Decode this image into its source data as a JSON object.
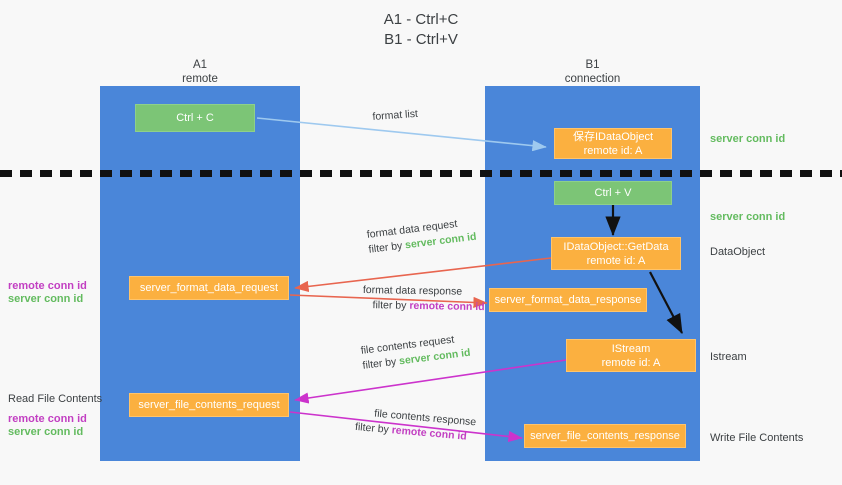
{
  "title": {
    "line1": "A1 - Ctrl+C",
    "line2": "B1 - Ctrl+V"
  },
  "lanes": [
    {
      "name": "A1",
      "sub": "remote"
    },
    {
      "name": "B1",
      "sub": "connection"
    }
  ],
  "boxes": {
    "ctrl_c": {
      "line1": "Ctrl + C"
    },
    "ctrl_v": {
      "line1": "Ctrl + V"
    },
    "idataobject": {
      "line1": "保存IDataObject",
      "line2": "remote id: A"
    },
    "getdata": {
      "line1": "IDataObject::GetData",
      "line2": "remote id: A"
    },
    "istream": {
      "line1": "IStream",
      "line2": "remote id: A"
    },
    "server_format_data_request": {
      "line1": "server_format_data_request"
    },
    "server_format_data_response": {
      "line1": "server_format_data_response"
    },
    "server_file_contents_request": {
      "line1": "server_file_contents_request"
    },
    "server_file_contents_response": {
      "line1": "server_file_contents_response"
    }
  },
  "edge_labels": {
    "format_list": "format list",
    "format_data_request": "format data request",
    "format_data_request_filter_prefix": "filter by ",
    "format_data_request_filter_key": "server conn id",
    "format_data_response": "format data response",
    "format_data_response_filter_prefix": "filter by ",
    "format_data_response_filter_key": "remote conn id",
    "file_contents_request": "file contents request",
    "file_contents_request_filter_prefix": "filter by ",
    "file_contents_request_filter_key": "server conn id",
    "file_contents_response": "file contents response",
    "file_contents_response_filter_prefix": "filter by ",
    "file_contents_response_filter_key": "remote conn id"
  },
  "right_labels": {
    "server_conn_id_1": "server conn id",
    "server_conn_id_2": "server conn id",
    "dataobject": "DataObject",
    "istream": "Istream",
    "write_file_contents": "Write File Contents"
  },
  "left_labels": {
    "remote_conn_id_1": "remote conn id",
    "server_conn_id_1": "server conn id",
    "read_file_contents": "Read File Contents",
    "remote_conn_id_2": "remote conn id",
    "server_conn_id_2": "server conn id"
  },
  "colors": {
    "lane": "#4a86d9",
    "green_box": "#7cc576",
    "orange_box": "#fbb040",
    "server_conn_id": "#63bb5f",
    "remote_conn_id": "#c23fc2",
    "arrow_blue": "#9ec9ef",
    "arrow_red": "#e8654f",
    "arrow_magenta": "#cc33cc",
    "arrow_black": "#111111",
    "background": "#f8f8f8"
  }
}
